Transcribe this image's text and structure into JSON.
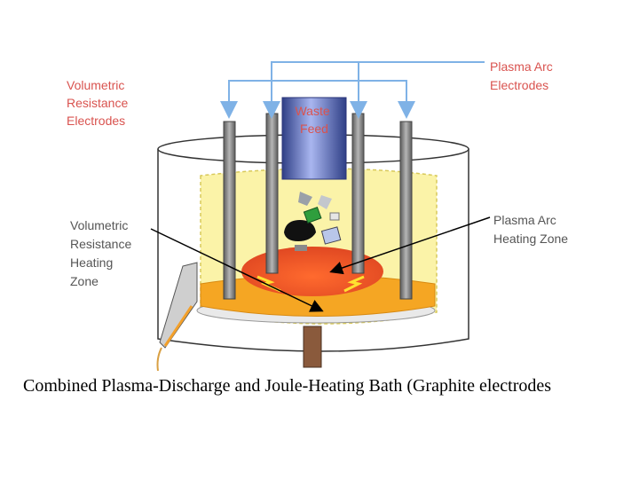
{
  "labels": {
    "volumetric_electrodes": [
      "Volumetric",
      "Resistance",
      "Electrodes"
    ],
    "plasma_arc_electrodes": [
      "Plasma Arc",
      "Electrodes"
    ],
    "waste_feed": [
      "Waste",
      "Feed"
    ],
    "volumetric_heating_zone": [
      "Volumetric",
      "Resistance",
      "Heating",
      "Zone"
    ],
    "plasma_arc_heating_zone": [
      "Plasma Arc",
      "Heating Zone"
    ]
  },
  "caption": "Combined Plasma-Discharge and Joule-Heating Bath (Graphite electrodes",
  "colors": {
    "label_red": "#d9534f",
    "label_dark": "#555555",
    "electrode_lines": "#7fb2e6",
    "melt": "#f5a623",
    "plasma_zone": "#e8502a",
    "chamber_glow": "#fbf3a8"
  }
}
